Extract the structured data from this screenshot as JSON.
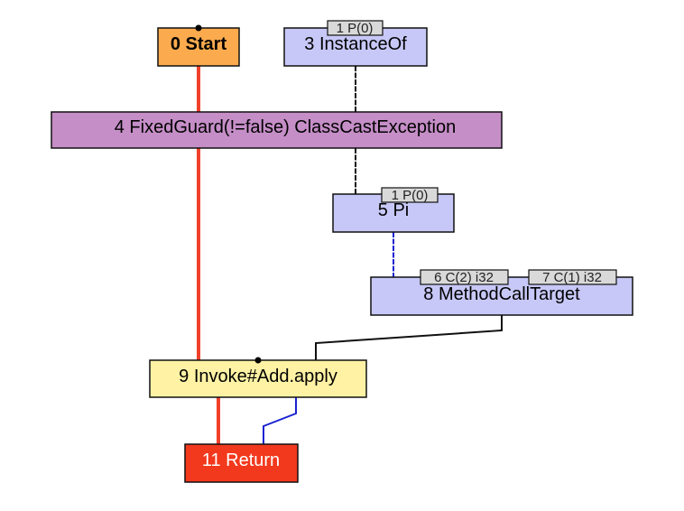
{
  "colors": {
    "control_edge": "#f0412a",
    "data_edge_blue": "#1a22d0",
    "data_edge_black": "#111111",
    "start_fill": "#fbab4e",
    "lavender_fill": "#c7c8f7",
    "guard_fill": "#c58ec7",
    "invoke_fill": "#fff2a4",
    "return_fill": "#f2391d",
    "badge_fill": "#d9d9d9"
  },
  "nodes": {
    "start": {
      "label": "0 Start",
      "bold": true
    },
    "instanceof": {
      "label": "3 InstanceOf",
      "badges": [
        "1 P(0)"
      ]
    },
    "guard": {
      "label": "4 FixedGuard(!=false) ClassCastException"
    },
    "pi": {
      "label": "5 Pi",
      "badges": [
        "1 P(0)"
      ]
    },
    "mct": {
      "label": "8 MethodCallTarget",
      "badges": [
        "6 C(2) i32",
        "7 C(1) i32"
      ]
    },
    "invoke": {
      "label": "9 Invoke#Add.apply"
    },
    "ret": {
      "label": "11 Return"
    }
  }
}
